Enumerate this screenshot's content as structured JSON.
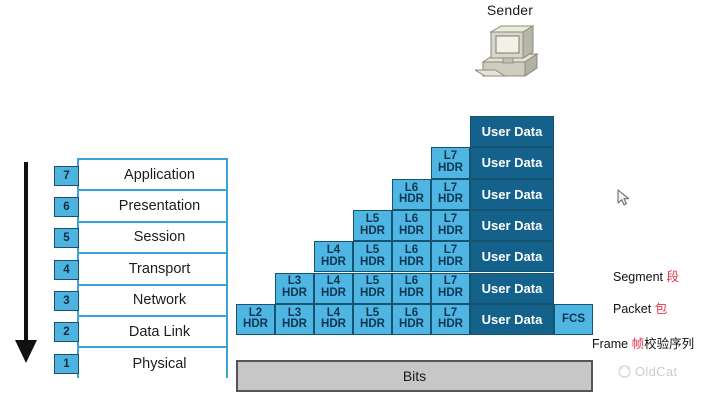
{
  "sender": {
    "label": "Sender",
    "icon": "desktop-computer-icon"
  },
  "arrow": {
    "icon": "down-arrow-icon",
    "direction": "down"
  },
  "osi_stack": {
    "layers": [
      {
        "number": "7",
        "name": "Application"
      },
      {
        "number": "6",
        "name": "Presentation"
      },
      {
        "number": "5",
        "name": "Session"
      },
      {
        "number": "4",
        "name": "Transport"
      },
      {
        "number": "3",
        "name": "Network"
      },
      {
        "number": "2",
        "name": "Data Link"
      },
      {
        "number": "1",
        "name": "Physical"
      }
    ]
  },
  "encapsulation": {
    "user_data_label": "User Data",
    "fcs_label": "FCS",
    "rows": [
      {
        "indent": 6,
        "headers": [],
        "data": true,
        "fcs": false
      },
      {
        "indent": 5,
        "headers": [
          "L7"
        ],
        "data": true,
        "fcs": false
      },
      {
        "indent": 4,
        "headers": [
          "L6",
          "L7"
        ],
        "data": true,
        "fcs": false
      },
      {
        "indent": 3,
        "headers": [
          "L5",
          "L6",
          "L7"
        ],
        "data": true,
        "fcs": false
      },
      {
        "indent": 2,
        "headers": [
          "L4",
          "L5",
          "L6",
          "L7"
        ],
        "data": true,
        "fcs": false
      },
      {
        "indent": 1,
        "headers": [
          "L3",
          "L4",
          "L5",
          "L6",
          "L7"
        ],
        "data": true,
        "fcs": false
      },
      {
        "indent": 0,
        "headers": [
          "L2",
          "L3",
          "L4",
          "L5",
          "L6",
          "L7"
        ],
        "data": true,
        "fcs": true
      }
    ],
    "hdr_suffix": "HDR"
  },
  "bits_bar": {
    "label": "Bits"
  },
  "pdu_labels": [
    {
      "en": "Segment ",
      "cn": "段"
    },
    {
      "en": "Packet ",
      "cn": "包"
    },
    {
      "en": "Frame ",
      "cn": "帧",
      "cn_tail": "校验序列"
    }
  ],
  "watermark": {
    "text": "OldCat",
    "icon": "oldcat-logo-icon"
  },
  "cursor": {
    "icon": "mouse-pointer-icon"
  },
  "colors": {
    "header_cell": "#4fb5e2",
    "data_cell": "#14628c",
    "cell_border": "#14546f",
    "osi_border": "#3da2d4",
    "badge_fill": "#4fb3e0",
    "bits_fill": "#c7c7c7",
    "accent_red": "#e8344a"
  }
}
